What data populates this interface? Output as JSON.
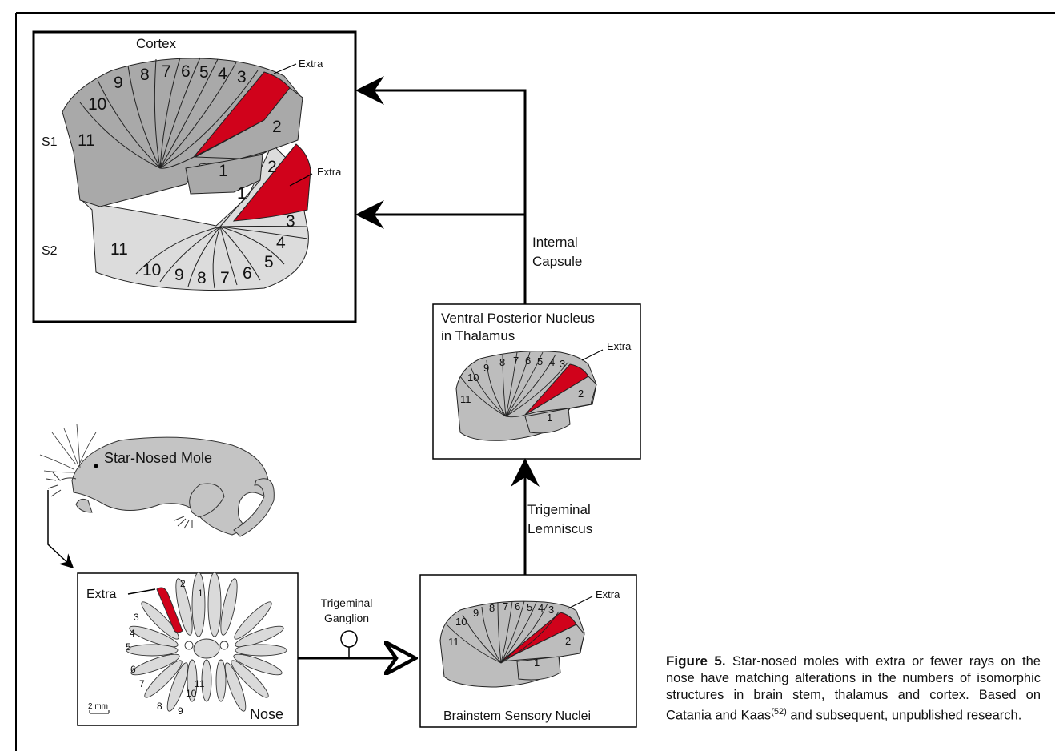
{
  "figure": {
    "cortex": {
      "title": "Cortex",
      "s1_label": "S1",
      "s2_label": "S2",
      "extra_s1": "Extra",
      "extra_s2": "Extra",
      "s1_numbers": [
        "11",
        "10",
        "9",
        "8",
        "7",
        "6",
        "5",
        "4",
        "3",
        "2",
        "1"
      ],
      "s2_numbers": [
        "11",
        "10",
        "9",
        "8",
        "7",
        "6",
        "5",
        "4",
        "3",
        "2",
        "1"
      ]
    },
    "thalamus": {
      "title_line1": "Ventral Posterior Nucleus",
      "title_line2": "in Thalamus",
      "extra": "Extra",
      "numbers": [
        "11",
        "10",
        "9",
        "8",
        "7",
        "6",
        "5",
        "4",
        "3",
        "2",
        "1"
      ]
    },
    "brainstem": {
      "title": "Brainstem Sensory Nuclei",
      "extra": "Extra",
      "numbers": [
        "11",
        "10",
        "9",
        "8",
        "7",
        "6",
        "5",
        "4",
        "3",
        "2",
        "1"
      ]
    },
    "nose": {
      "title": "Nose",
      "extra": "Extra",
      "scale": "2 mm",
      "ray_numbers": [
        "1",
        "2",
        "3",
        "4",
        "5",
        "6",
        "7",
        "8",
        "9",
        "10",
        "11"
      ]
    },
    "mole": {
      "label": "Star-Nosed Mole"
    },
    "pathways": {
      "internal_capsule_1": "Internal",
      "internal_capsule_2": "Capsule",
      "lemniscus_1": "Trigeminal",
      "lemniscus_2": "Lemniscus",
      "ganglion_1": "Trigeminal",
      "ganglion_2": "Ganglion"
    },
    "colors": {
      "extra": "#d0021b",
      "grey": "#a8a8a8",
      "light": "#d9d9d9"
    }
  },
  "caption": {
    "label": "Figure 5.",
    "text_1": " Star-nosed moles with extra or fewer rays on the nose have matching alterations in the numbers of isomorphic structures in brain stem, thalamus and cortex. Based on Catania and Kaas",
    "ref": "(52)",
    "text_2": " and subsequent, unpublished research."
  }
}
